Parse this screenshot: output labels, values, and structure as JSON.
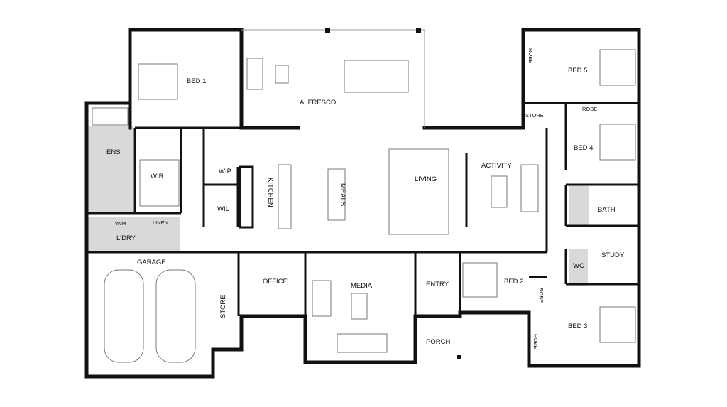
{
  "rooms": {
    "bed1": "BED 1",
    "alfresco": "ALFRESCO",
    "ens": "ENS",
    "wir": "WIR",
    "wip": "WIP",
    "wil": "WIL",
    "kitchen": "KITCHEN",
    "meals": "MEALS",
    "living": "LIVING",
    "activity": "ACTIVITY",
    "bed5": "BED 5",
    "robe_bed5": "ROBE",
    "store_right": "STORE",
    "robe_bed4": "ROBE",
    "bed4": "BED 4",
    "bath": "BATH",
    "study": "STUDY",
    "wc": "WC",
    "bed2": "BED 2",
    "robe_bed2": "ROBE",
    "bed3": "BED 3",
    "robe_bed3": "ROBE",
    "entry": "ENTRY",
    "porch": "PORCH",
    "media": "MEDIA",
    "office": "OFFICE",
    "garage": "GARAGE",
    "store_garage": "STORE",
    "laundry": "L'DRY",
    "wm": "W/M",
    "linen": "LINEN"
  }
}
